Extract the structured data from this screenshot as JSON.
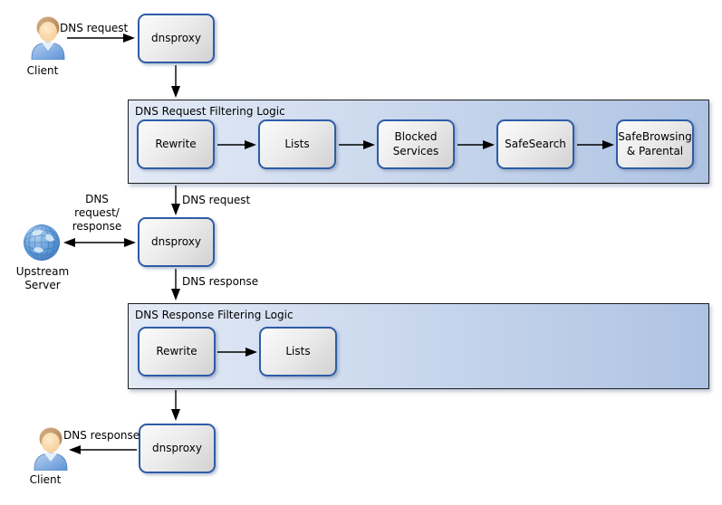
{
  "colors": {
    "node_border": "#2e5ca6",
    "node_fill_light": "#fbfbfb",
    "node_fill_dark": "#d2d2d2",
    "container_border": "#1f1f1f",
    "container_fill_left": "#e3eaf6",
    "container_fill_right": "#aec3e3",
    "arrow": "#000000"
  },
  "nodes": {
    "client_top": {
      "label": "Client"
    },
    "dnsproxy_top": {
      "label": "dnsproxy"
    },
    "dnsproxy_middle": {
      "label": "dnsproxy"
    },
    "dnsproxy_bottom": {
      "label": "dnsproxy"
    },
    "upstream_server": {
      "label": "Upstream Server"
    },
    "client_bottom": {
      "label": "Client"
    }
  },
  "containers": {
    "request": {
      "title": "DNS Request Filtering Logic",
      "steps": [
        "Rewrite",
        "Lists",
        "Blocked Services",
        "SafeSearch",
        "SafeBrowsing & Parental"
      ]
    },
    "response": {
      "title": "DNS Response Filtering Logic",
      "steps": [
        "Rewrite",
        "Lists"
      ]
    }
  },
  "edge_labels": {
    "client_request": "DNS request",
    "filtered_request": "DNS request",
    "upstream_exchange": "DNS\nrequest/\nresponse",
    "proxy_response": "DNS response",
    "client_response": "DNS response"
  }
}
